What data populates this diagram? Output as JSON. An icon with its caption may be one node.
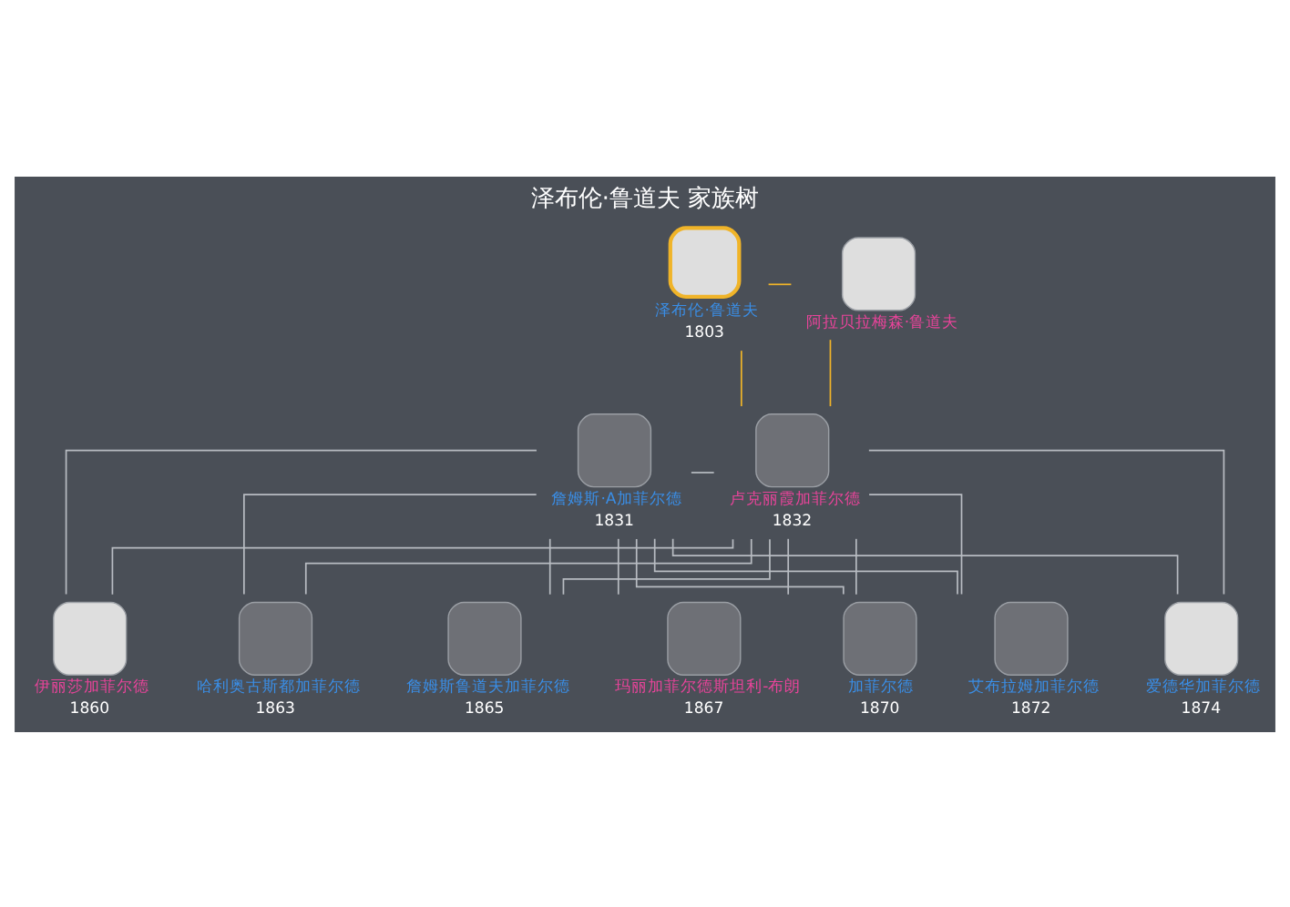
{
  "diagram": {
    "title": "泽布伦·鲁道夫 家族树",
    "nodes": [
      {
        "text": [
          "泽布伦·鲁道夫",
          "1803"
        ]
      },
      {
        "text": [
          "阿拉贝拉梅森·鲁道夫"
        ]
      },
      {
        "text": [
          "詹姆斯·A加菲尔德",
          "1831"
        ]
      },
      {
        "text": [
          "卢克丽霞加菲尔德",
          "1832"
        ]
      },
      {
        "text": [
          "伊丽莎加菲尔德",
          "1860"
        ]
      },
      {
        "text": [
          "哈利奥古斯都加菲尔德",
          "1863"
        ]
      },
      {
        "text": [
          "詹姆斯鲁道夫加菲尔德",
          "1865"
        ]
      },
      {
        "text": [
          "玛丽加菲尔德斯坦利-布朗",
          "1867"
        ]
      },
      {
        "text": [
          "加菲尔德",
          "1870"
        ]
      },
      {
        "text": [
          "艾布拉姆加菲尔德",
          "1872"
        ]
      },
      {
        "text": [
          "爱德华加菲尔德",
          "1874"
        ]
      }
    ],
    "edges": [
      {
        "from": 0,
        "to": 1,
        "arrow": "none",
        "color": "#f0b429"
      },
      {
        "from": 0,
        "to": 3,
        "arrow": "none",
        "color": "#f0b429"
      },
      {
        "from": 1,
        "to": 3,
        "arrow": "none",
        "color": "#f0b429"
      },
      {
        "from": 2,
        "to": 3,
        "arrow": "none"
      },
      {
        "from": 2,
        "to": 4,
        "arrow": "none"
      },
      {
        "from": 3,
        "to": 4,
        "arrow": "none"
      },
      {
        "from": 2,
        "to": 5,
        "arrow": "none"
      },
      {
        "from": 3,
        "to": 5,
        "arrow": "none"
      },
      {
        "from": 2,
        "to": 6,
        "arrow": "none"
      },
      {
        "from": 3,
        "to": 6,
        "arrow": "none"
      },
      {
        "from": 2,
        "to": 7,
        "arrow": "none"
      },
      {
        "from": 3,
        "to": 7,
        "arrow": "none"
      },
      {
        "from": 2,
        "to": 8,
        "arrow": "none"
      },
      {
        "from": 3,
        "to": 8,
        "arrow": "none"
      },
      {
        "from": 2,
        "to": 9,
        "arrow": "none"
      },
      {
        "from": 3,
        "to": 9,
        "arrow": "none"
      },
      {
        "from": 2,
        "to": 10,
        "arrow": "none"
      },
      {
        "from": 3,
        "to": 10,
        "arrow": "none"
      }
    ]
  }
}
